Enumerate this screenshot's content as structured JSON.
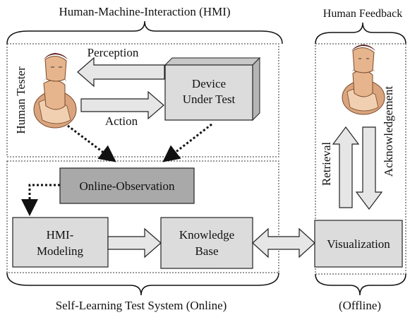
{
  "labels": {
    "hmi_title": "Human-Machine-Interaction (HMI)",
    "feedback_title": "Human Feedback",
    "human_tester": "Human Tester",
    "perception": "Perception",
    "action": "Action",
    "dut_line1": "Device",
    "dut_line2": "Under Test",
    "online_observation": "Online-Observation",
    "hmi_modeling_line1": "HMI-",
    "hmi_modeling_line2": "Modeling",
    "kb_line1": "Knowledge",
    "kb_line2": "Base",
    "visualization": "Visualization",
    "retrieval": "Retrieval",
    "acknowledgement": "Acknowledgement",
    "self_learning": "Self-Learning Test System (Online)",
    "offline": "(Offline)"
  },
  "colors": {
    "box_light": "#dcdcdc",
    "box_dark": "#a9a9a9",
    "arrow_fill": "#e6e6e6",
    "stroke": "#222222",
    "skin": "#d9a47e",
    "hair": "#5a1a1a"
  }
}
